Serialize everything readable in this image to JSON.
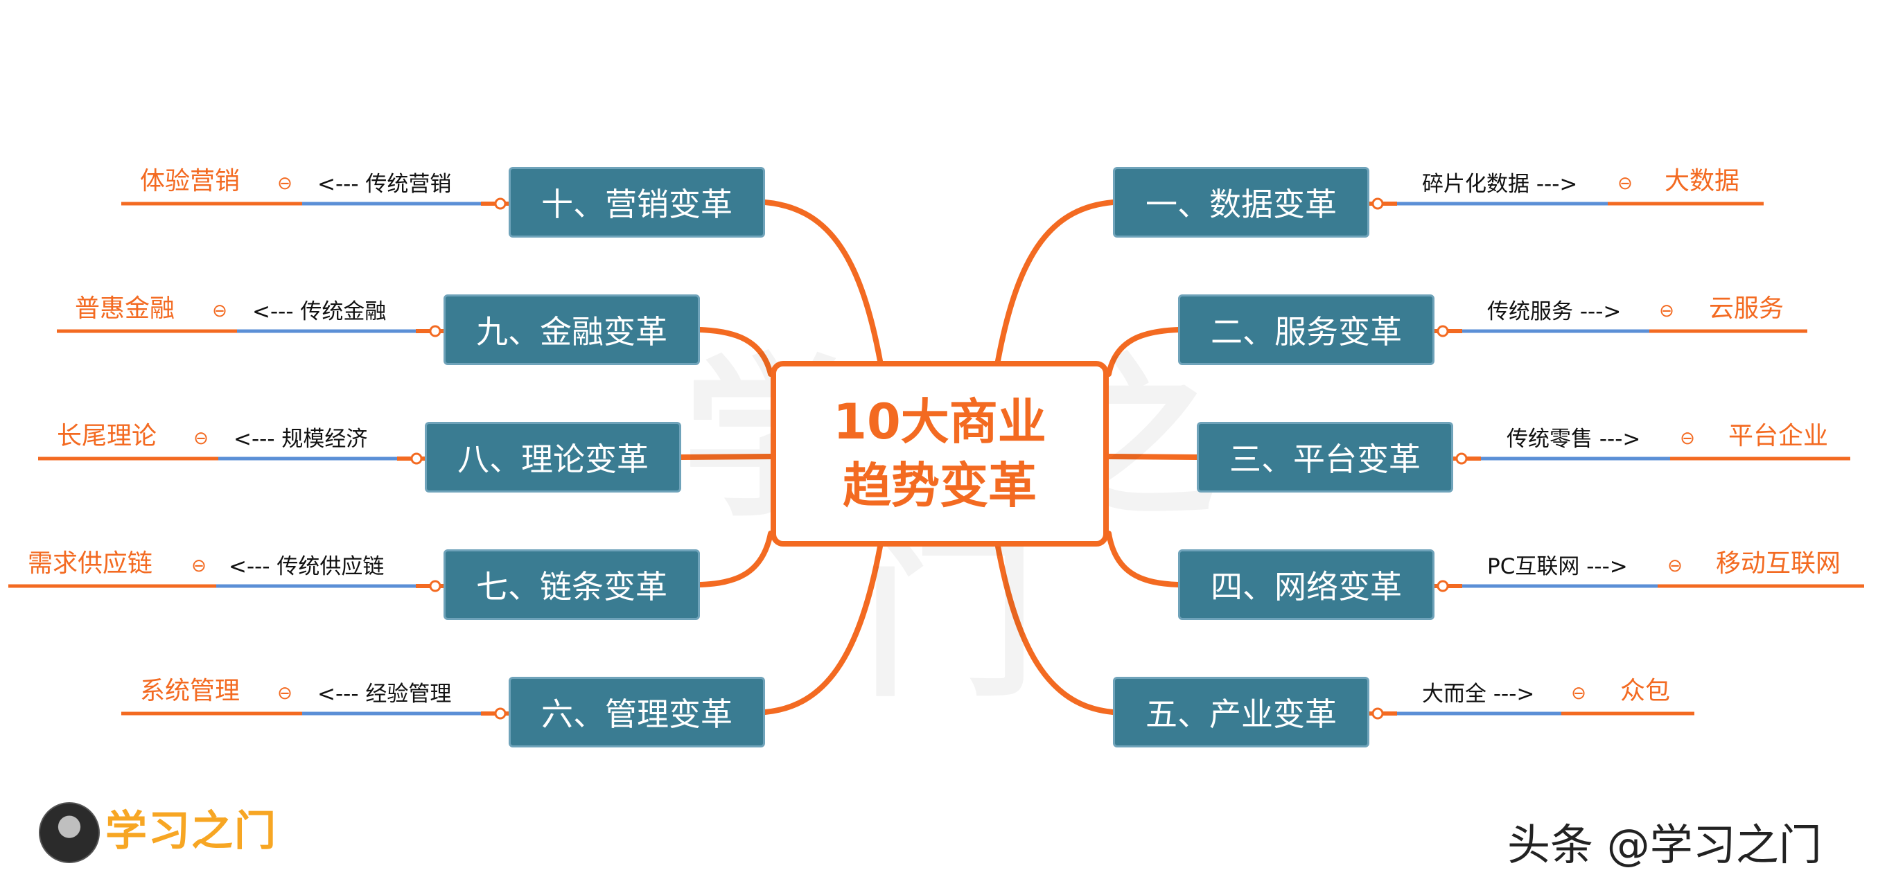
{
  "center": {
    "line1": "10大商业",
    "line2": "趋势变革"
  },
  "watermark": "学习之门",
  "collapse_symbol": "⊖",
  "right_branches": [
    {
      "label": "一、数据变革",
      "connector": "碎片化数据  --->",
      "leaf": "大数据"
    },
    {
      "label": "二、服务变革",
      "connector": "传统服务  --->",
      "leaf": "云服务"
    },
    {
      "label": "三、平台变革",
      "connector": "传统零售  --->",
      "leaf": "平台企业"
    },
    {
      "label": "四、网络变革",
      "connector": "PC互联网  --->",
      "leaf": "移动互联网"
    },
    {
      "label": "五、产业变革",
      "connector": "大而全  --->",
      "leaf": "众包"
    }
  ],
  "left_branches": [
    {
      "label": "十、营销变革",
      "connector": "<--- 传统营销",
      "leaf": "体验营销"
    },
    {
      "label": "九、金融变革",
      "connector": "<--- 传统金融",
      "leaf": "普惠金融"
    },
    {
      "label": "八、理论变革",
      "connector": "<--- 规模经济",
      "leaf": "长尾理论"
    },
    {
      "label": "七、链条变革",
      "connector": "<--- 传统供应链",
      "leaf": "需求供应链"
    },
    {
      "label": "六、管理变革",
      "connector": "<--- 经验管理",
      "leaf": "系统管理"
    }
  ],
  "brand": "学习之门",
  "credit": "头条 @学习之门",
  "colors": {
    "orange": "#f36a21",
    "teal": "#3a7c92",
    "blue_line": "#5b8fd6",
    "brand": "#f7a623"
  }
}
